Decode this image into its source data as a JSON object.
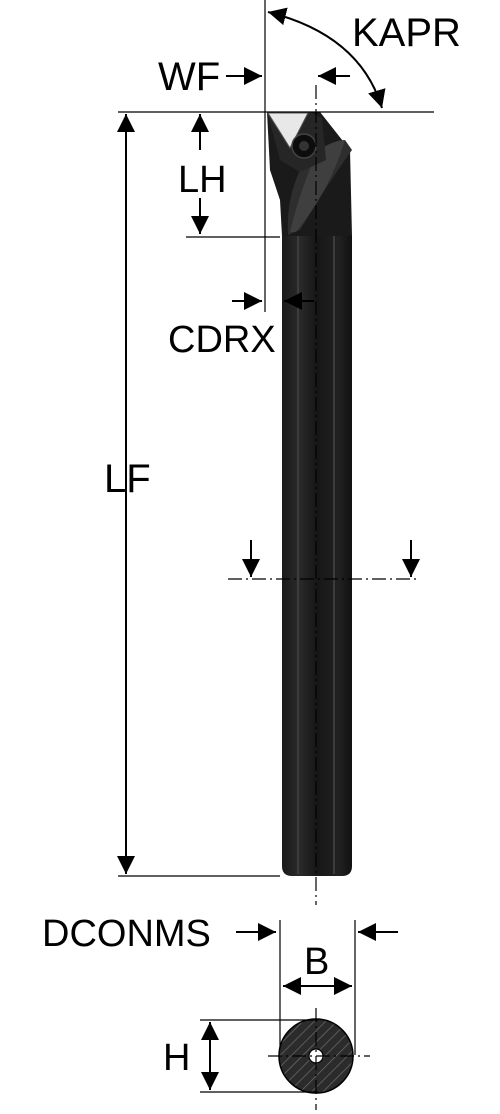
{
  "labels": {
    "kapr": "KAPR",
    "wf": "WF",
    "lh": "LH",
    "cdrx": "CDRX",
    "lf": "LF",
    "dconms": "DCONMS",
    "b": "B",
    "h": "H"
  },
  "colors": {
    "bar_dark": "#151515",
    "bar_mid": "#1f1f1f",
    "bar_highlight": "#3a3a3a",
    "section_hatch": "#2a2a2a",
    "line": "#000000"
  }
}
